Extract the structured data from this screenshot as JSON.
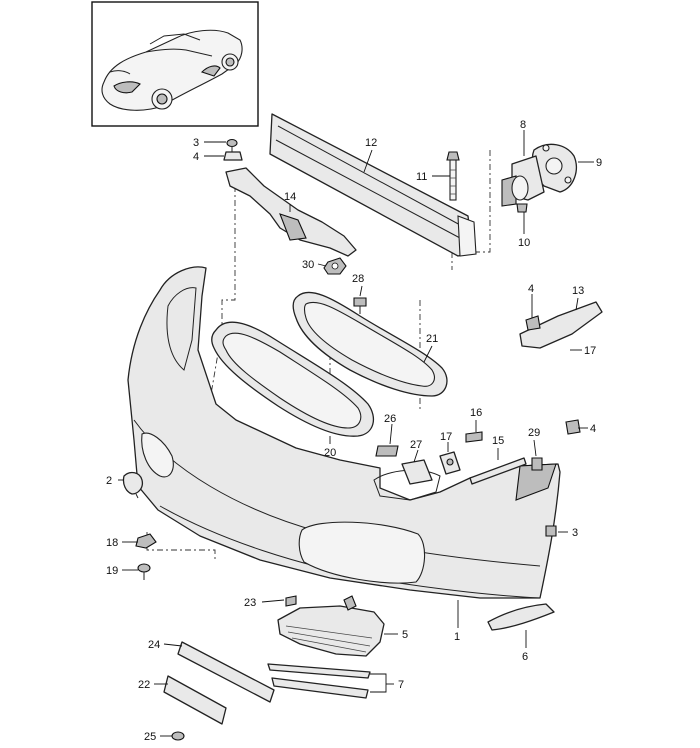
{
  "inset": {
    "label": "vehicle overview inset"
  },
  "callouts": [
    {
      "id": "c3a",
      "text": "3"
    },
    {
      "id": "c4a",
      "text": "4"
    },
    {
      "id": "c12",
      "text": "12"
    },
    {
      "id": "c8",
      "text": "8"
    },
    {
      "id": "c9",
      "text": "9"
    },
    {
      "id": "c11",
      "text": "11"
    },
    {
      "id": "c10",
      "text": "10"
    },
    {
      "id": "c14",
      "text": "14"
    },
    {
      "id": "c30",
      "text": "30"
    },
    {
      "id": "c28",
      "text": "28"
    },
    {
      "id": "c4b",
      "text": "4"
    },
    {
      "id": "c13",
      "text": "13"
    },
    {
      "id": "c17a",
      "text": "17"
    },
    {
      "id": "c21",
      "text": "21"
    },
    {
      "id": "c26",
      "text": "26"
    },
    {
      "id": "c16",
      "text": "16"
    },
    {
      "id": "c27",
      "text": "27"
    },
    {
      "id": "c17b",
      "text": "17"
    },
    {
      "id": "c15",
      "text": "15"
    },
    {
      "id": "c29",
      "text": "29"
    },
    {
      "id": "c4c",
      "text": "4"
    },
    {
      "id": "c20",
      "text": "20"
    },
    {
      "id": "c2",
      "text": "2"
    },
    {
      "id": "c3b",
      "text": "3"
    },
    {
      "id": "c18",
      "text": "18"
    },
    {
      "id": "c19",
      "text": "19"
    },
    {
      "id": "c23",
      "text": "23"
    },
    {
      "id": "c5",
      "text": "5"
    },
    {
      "id": "c1",
      "text": "1"
    },
    {
      "id": "c24",
      "text": "24"
    },
    {
      "id": "c6",
      "text": "6"
    },
    {
      "id": "c22",
      "text": "22"
    },
    {
      "id": "c7",
      "text": "7"
    },
    {
      "id": "c25",
      "text": "25"
    }
  ]
}
